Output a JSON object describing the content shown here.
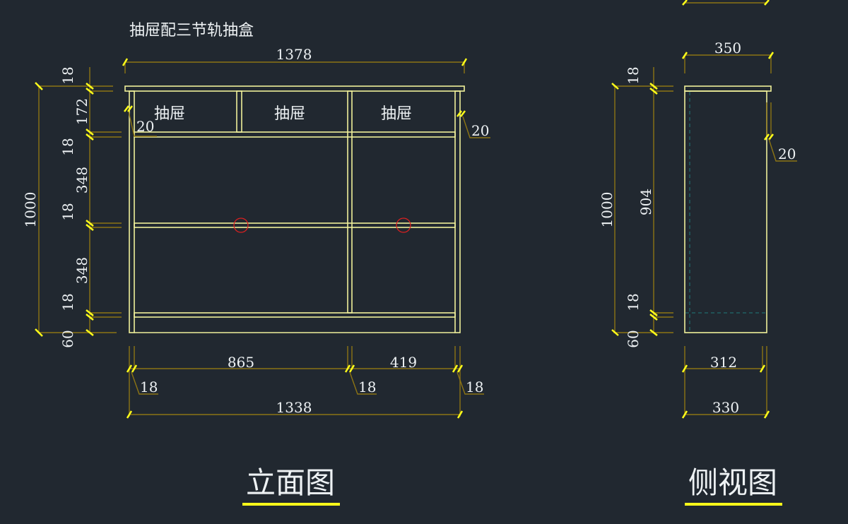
{
  "title": "抽屉配三节轨抽盒",
  "front_view": {
    "label": "立面图",
    "drawer_labels": [
      "抽屉",
      "抽屉",
      "抽屉"
    ],
    "dims": {
      "overall_width": "1378",
      "inner_width": "1338",
      "bay_left": "865",
      "bay_right": "419",
      "panel_left": "18",
      "panel_mid": "18",
      "panel_right": "18",
      "overhang_left": "20",
      "overhang_right": "20",
      "height_total": "1000",
      "heights": [
        "18",
        "172",
        "18",
        "348",
        "18",
        "348",
        "18",
        "60"
      ]
    }
  },
  "side_view": {
    "label": "侧视图",
    "dims": {
      "top_partial": "???",
      "depth_top": "350",
      "overhang": "20",
      "height_total": "1000",
      "inner_height": "904",
      "shelf": "18",
      "kick": "60",
      "depth_inner": "312",
      "depth_body": "330"
    }
  },
  "colors": {
    "background": "#212830",
    "object": "#f0f09a",
    "dimension": "#8c7414",
    "tick": "#ffff1a",
    "marker": "#e02020"
  }
}
